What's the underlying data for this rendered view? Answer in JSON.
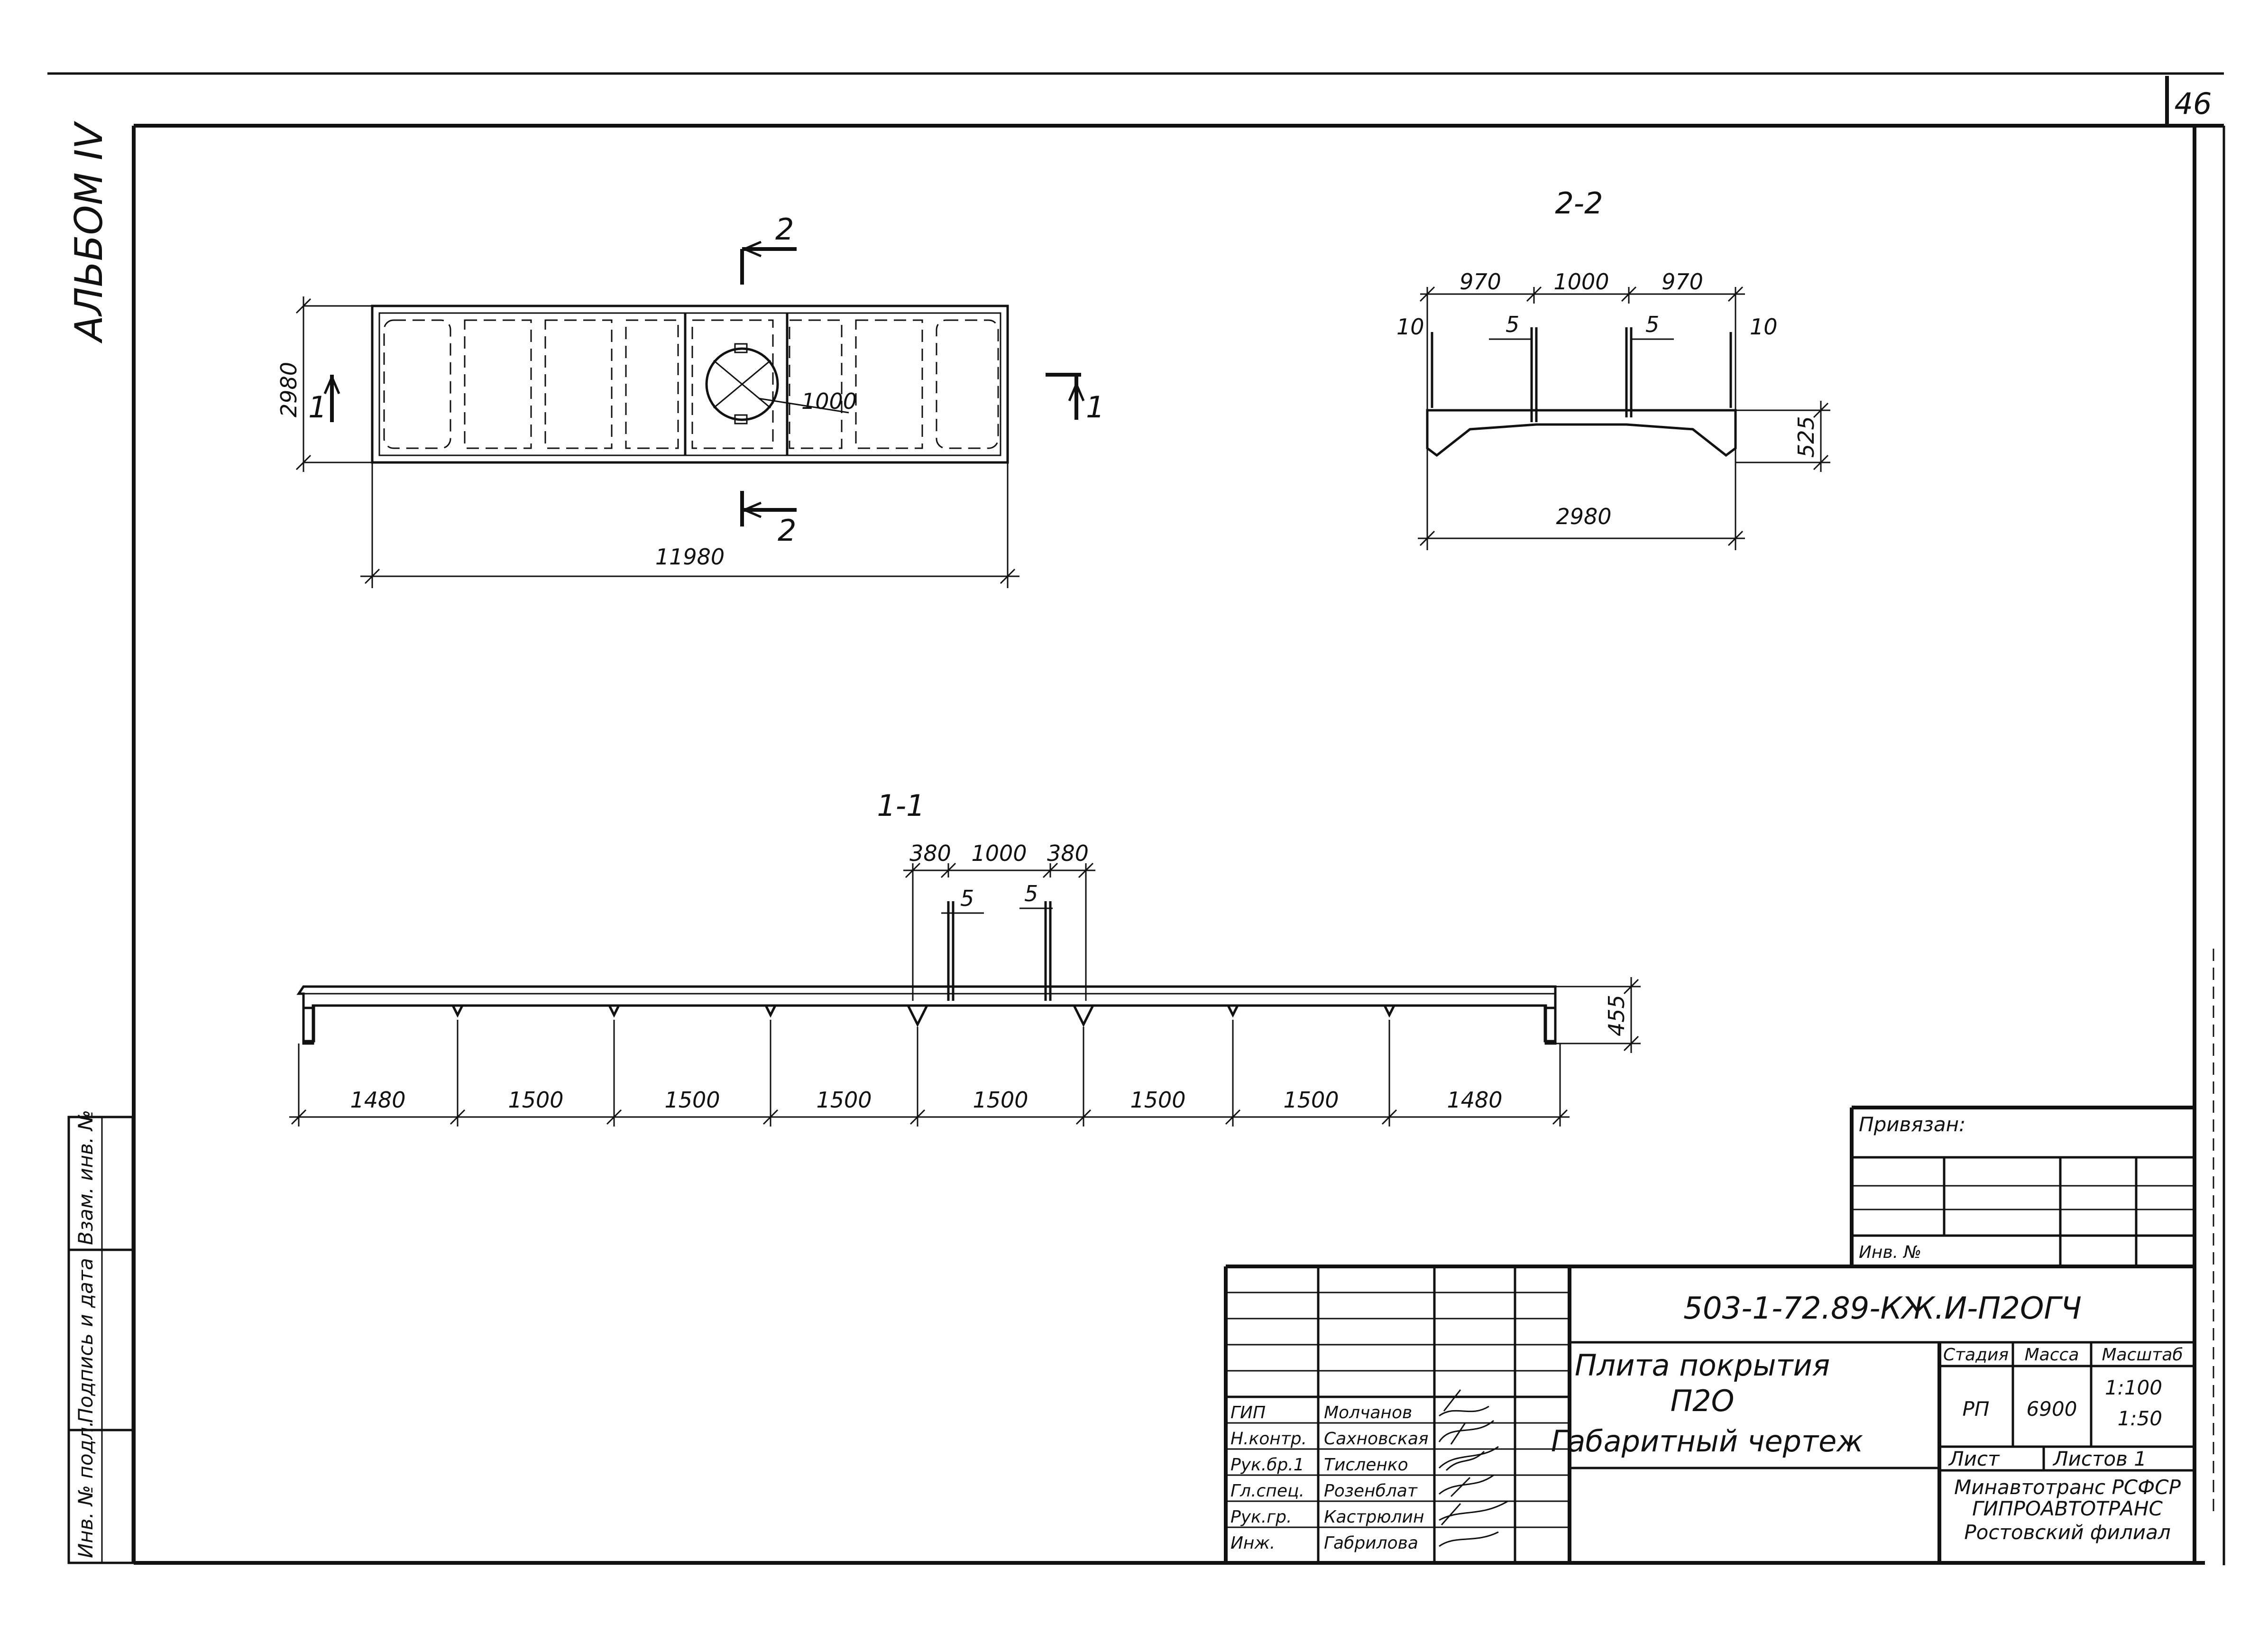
{
  "sheet": {
    "page_number": "46",
    "album_label": "АЛЬБОМ IV"
  },
  "left_margin_stamp": [
    "Инв. № подл.",
    "Подпись и дата",
    "Взам. инв. №"
  ],
  "plan": {
    "section_mark_1": "1",
    "section_mark_2": "2",
    "width_dim": "2980",
    "length_dim": "11980",
    "opening_dim": "1000"
  },
  "section_2_2": {
    "title": "2-2",
    "top_dims": [
      "970",
      "1000",
      "970"
    ],
    "edge_dim_left": "10",
    "edge_dim_right": "10",
    "wall_dim_left": "5",
    "wall_dim_right": "5",
    "height_dim": "525",
    "width_dim": "2980"
  },
  "section_1_1": {
    "title": "1-1",
    "top_dims": [
      "380",
      "1000",
      "380"
    ],
    "wall_dim_left": "5",
    "wall_dim_right": "5",
    "height_dim": "455",
    "bottom_dims": [
      "1480",
      "1500",
      "1500",
      "1500",
      "1500",
      "1500",
      "1500",
      "1480"
    ]
  },
  "binding_block": {
    "label": "Привязан:",
    "inv_label": "Инв. №"
  },
  "title_block": {
    "code": "503-1-72.89-КЖ.И-П2ОГЧ",
    "title_lines": [
      "Плита покрытия",
      "П2О",
      "Габаритный чертеж"
    ],
    "stage_header": "Стадия",
    "mass_header": "Масса",
    "scale_header": "Масштаб",
    "stage_value": "РП",
    "mass_value": "6900",
    "scale_values": [
      "1:100",
      "1:50"
    ],
    "sheet_label": "Лист",
    "sheets_label": "Листов 1",
    "org_lines": [
      "Минавтотранс РСФСР",
      "ГИПРОАВТОТРАНС",
      "Ростовский филиал"
    ],
    "signatures": [
      {
        "role": "ГИП",
        "name": "Молчанов"
      },
      {
        "role": "Н.контр.",
        "name": "Сахновская"
      },
      {
        "role": "Рук.бр.1",
        "name": "Тисленко"
      },
      {
        "role": "Гл.спец.",
        "name": "Розенблат"
      },
      {
        "role": "Рук.гр.",
        "name": "Кастрюлин"
      },
      {
        "role": "Инж.",
        "name": "Габрилова"
      }
    ]
  }
}
